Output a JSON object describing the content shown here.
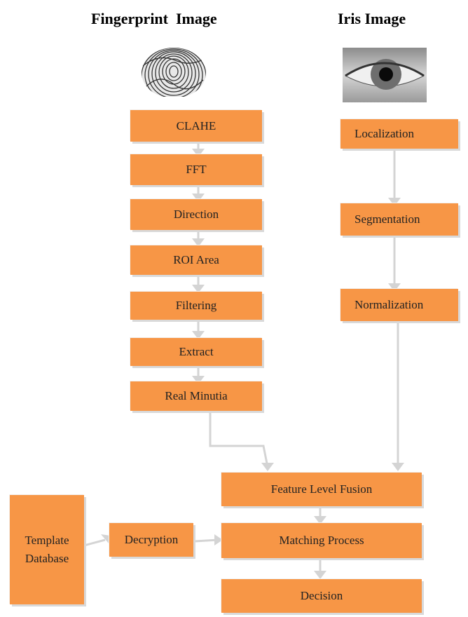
{
  "titles": {
    "fingerprint": "Fingerprint  Image",
    "iris": "Iris Image"
  },
  "fingerprint_steps": [
    "CLAHE",
    "FFT",
    "Direction",
    "ROI Area",
    "Filtering",
    "Extract",
    "Real Minutia"
  ],
  "iris_steps": [
    "Localization",
    "Segmentation",
    "Normalization"
  ],
  "fusion": "Feature Level Fusion",
  "matching": "Matching Process",
  "decision": "Decision",
  "decryption": "Decryption",
  "template_db": {
    "line1": "Template",
    "line2": "Database"
  },
  "colors": {
    "box": "#f79646",
    "connector": "#d9d9d9"
  }
}
